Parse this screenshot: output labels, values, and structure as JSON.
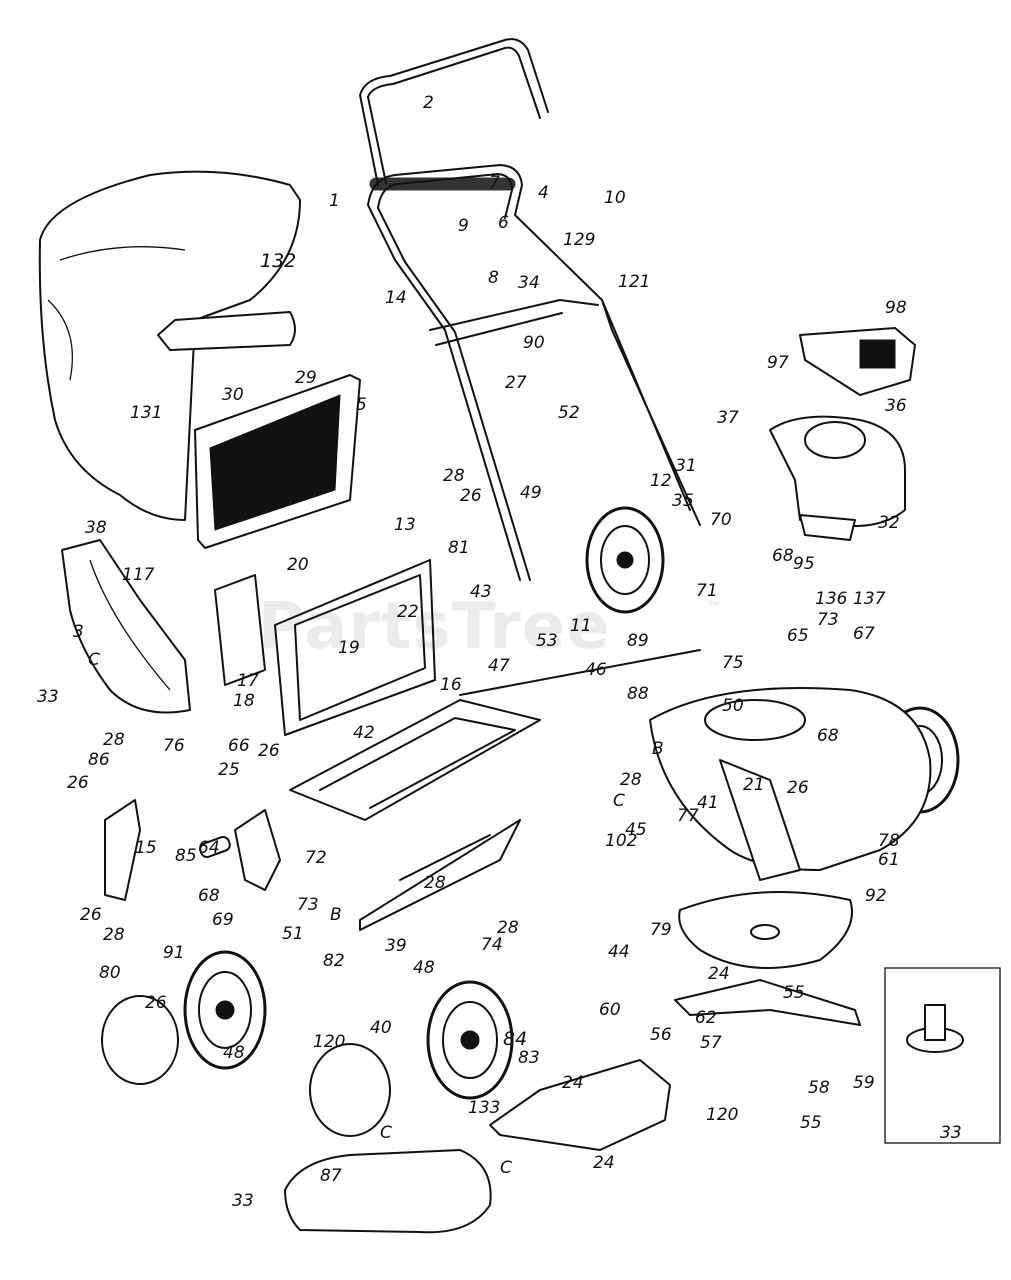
{
  "watermark": {
    "text": "PartsTree",
    "tm": "™"
  },
  "callouts": [
    "2",
    "7",
    "1",
    "4",
    "10",
    "6",
    "9",
    "129",
    "8",
    "34",
    "132",
    "121",
    "14",
    "98",
    "90",
    "97",
    "29",
    "27",
    "5",
    "30",
    "131",
    "52",
    "36",
    "37",
    "31",
    "28",
    "12",
    "49",
    "26",
    "35",
    "32",
    "38",
    "13",
    "70",
    "81",
    "20",
    "68",
    "95",
    "117",
    "43",
    "71",
    "136",
    "137",
    "22",
    "73",
    "11",
    "65",
    "67",
    "3",
    "19",
    "53",
    "89",
    "75",
    "C",
    "47",
    "46",
    "17",
    "16",
    "88",
    "18",
    "33",
    "50",
    "68",
    "42",
    "28",
    "76",
    "B",
    "86",
    "66",
    "26",
    "26",
    "28",
    "21",
    "26",
    "25",
    "C",
    "41",
    "77",
    "102",
    "45",
    "78",
    "15",
    "64",
    "72",
    "61",
    "85",
    "68",
    "92",
    "69",
    "73",
    "B",
    "28",
    "26",
    "28",
    "28",
    "79",
    "51",
    "39",
    "82",
    "74",
    "91",
    "44",
    "24",
    "48",
    "84",
    "80",
    "55",
    "62",
    "60",
    "26",
    "57",
    "40",
    "56",
    "48",
    "120",
    "83",
    "24",
    "58",
    "59",
    "120",
    "133",
    "55",
    "C",
    "33",
    "24",
    "87",
    "C",
    "33"
  ]
}
